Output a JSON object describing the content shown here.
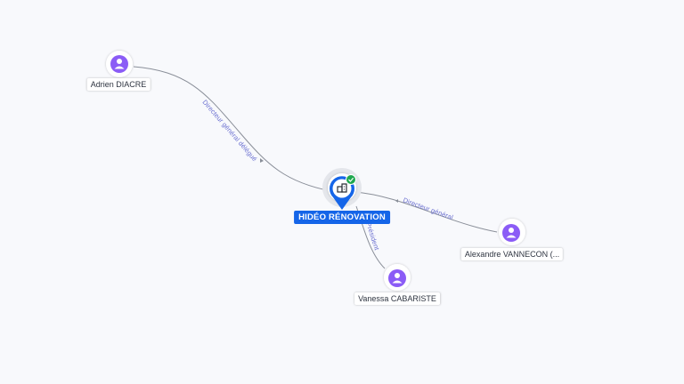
{
  "company": {
    "name": "HIDÉO RÉNOVATION",
    "icon": "building-icon",
    "status_icon": "verified-check-icon",
    "color": "#1565e8",
    "status_color": "#1fa84f"
  },
  "people": [
    {
      "id": "adrien",
      "name": "Adrien DIACRE",
      "icon": "person-icon"
    },
    {
      "id": "alexandre",
      "name": "Alexandre VANNECON (...",
      "icon": "person-icon"
    },
    {
      "id": "vanessa",
      "name": "Vanessa CABARISTE",
      "icon": "person-icon"
    }
  ],
  "relations": [
    {
      "from": "adrien",
      "label": "Directeur général délégué"
    },
    {
      "from": "alexandre",
      "label": "Directeur général"
    },
    {
      "from": "vanessa",
      "label": "Président"
    }
  ],
  "colors": {
    "person_icon": "#8b5cf6",
    "edge": "#8a8f99",
    "edge_label": "#6a6fd0"
  }
}
